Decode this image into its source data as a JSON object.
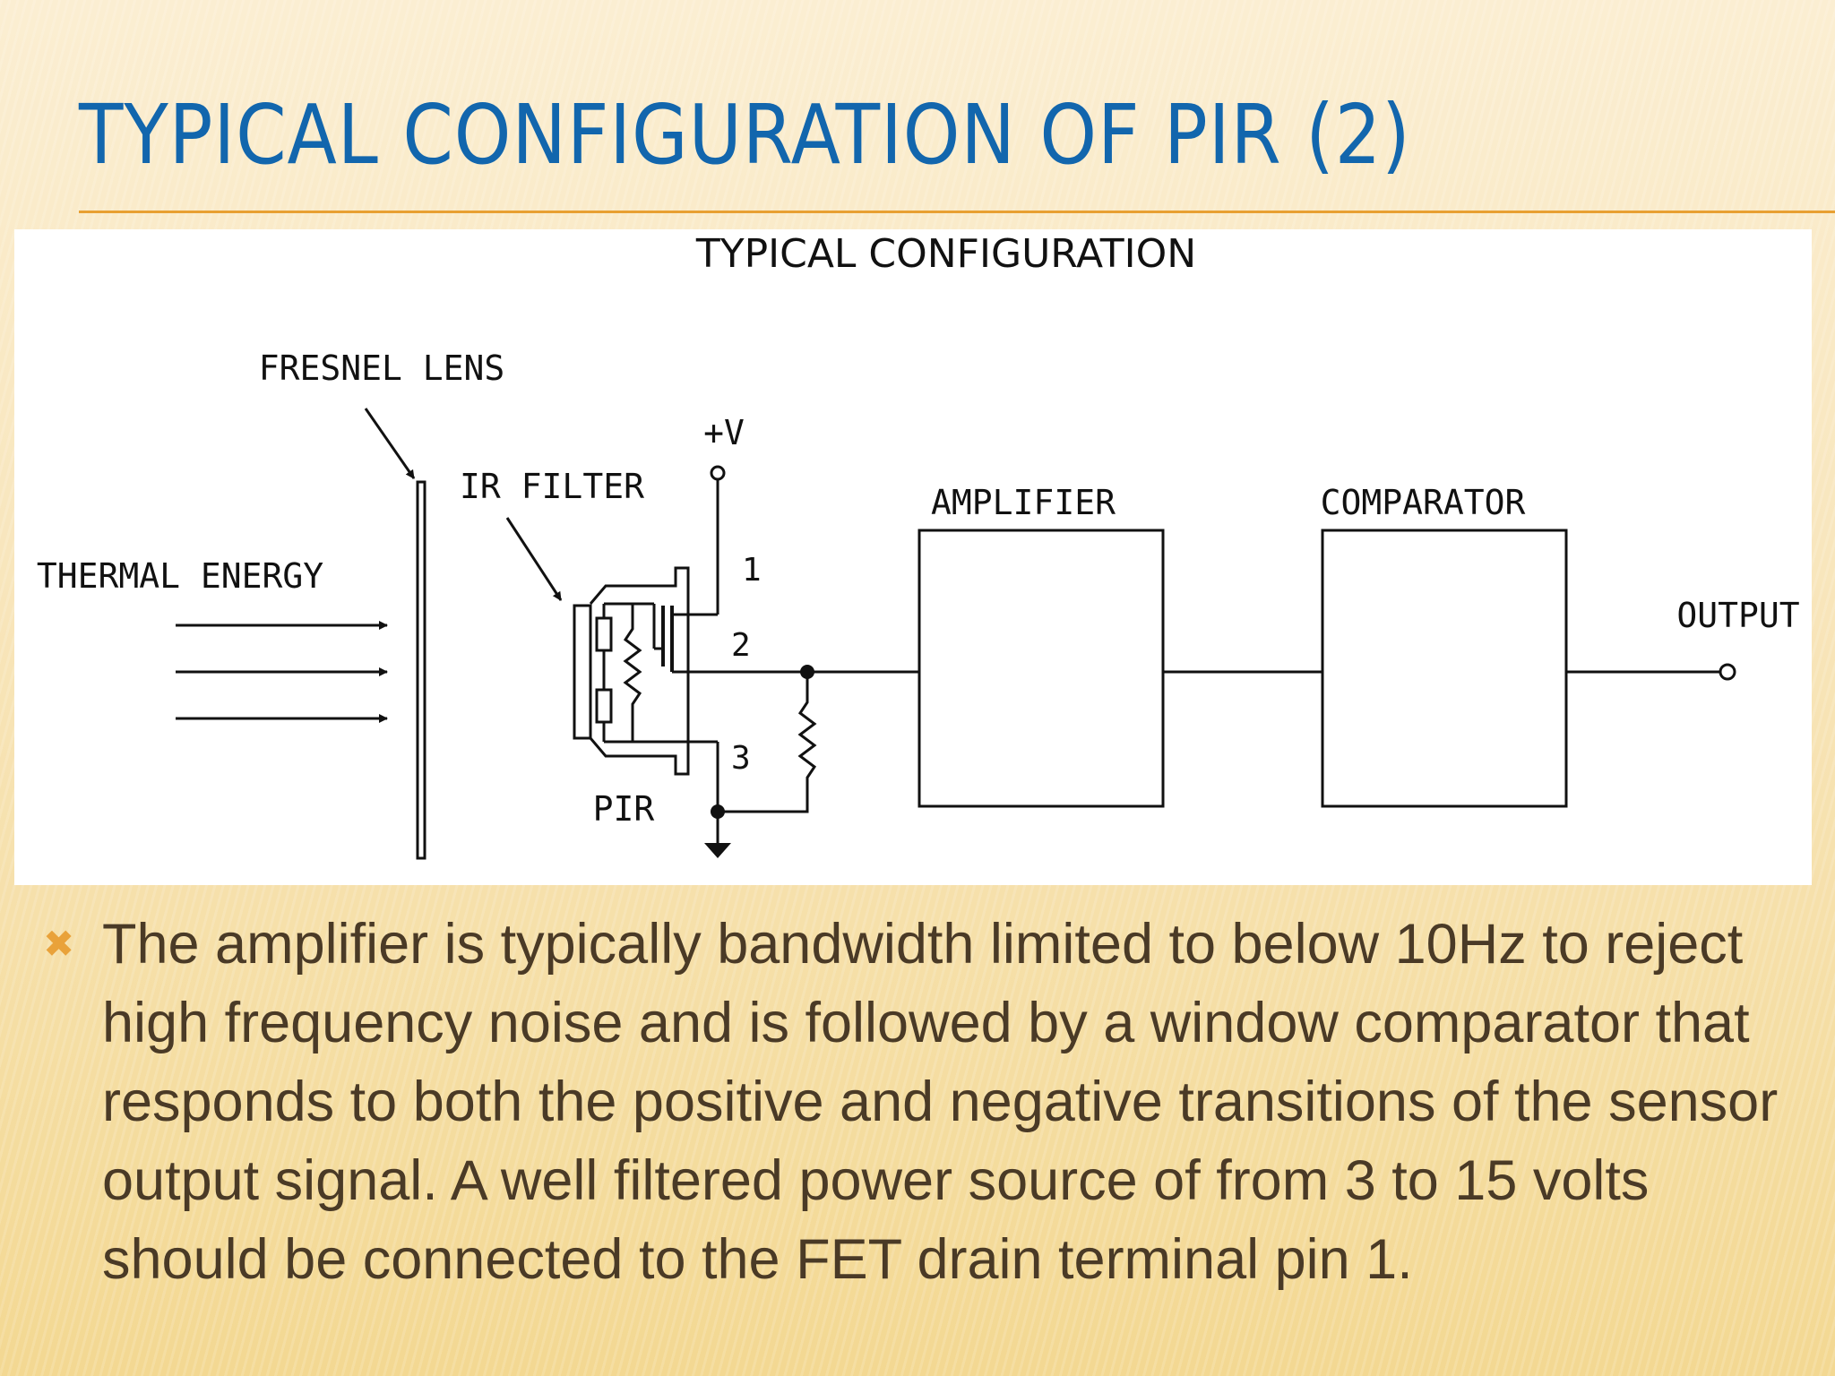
{
  "slide": {
    "title": "TYPICAL CONFIGURATION OF PIR (2)",
    "accent_color": "#1266ad",
    "rule_color": "#e8a032"
  },
  "diagram": {
    "heading": "TYPICAL CONFIGURATION",
    "labels": {
      "fresnel_lens": "FRESNEL LENS",
      "thermal_energy": "THERMAL ENERGY",
      "ir_filter": "IR FILTER",
      "supply": "+V",
      "pir": "PIR",
      "amplifier": "AMPLIFIER",
      "comparator": "COMPARATOR",
      "output": "OUTPUT"
    },
    "pins": [
      "1",
      "2",
      "3"
    ]
  },
  "bullets": [
    {
      "icon": "x-mark-icon",
      "text": "The amplifier is typically bandwidth limited to below 10Hz to reject high frequency noise and is followed by a window comparator that responds to both the positive and negative transitions of the sensor output signal. A well filtered power source of from 3 to 15 volts should be connected to the FET drain terminal pin 1."
    }
  ]
}
